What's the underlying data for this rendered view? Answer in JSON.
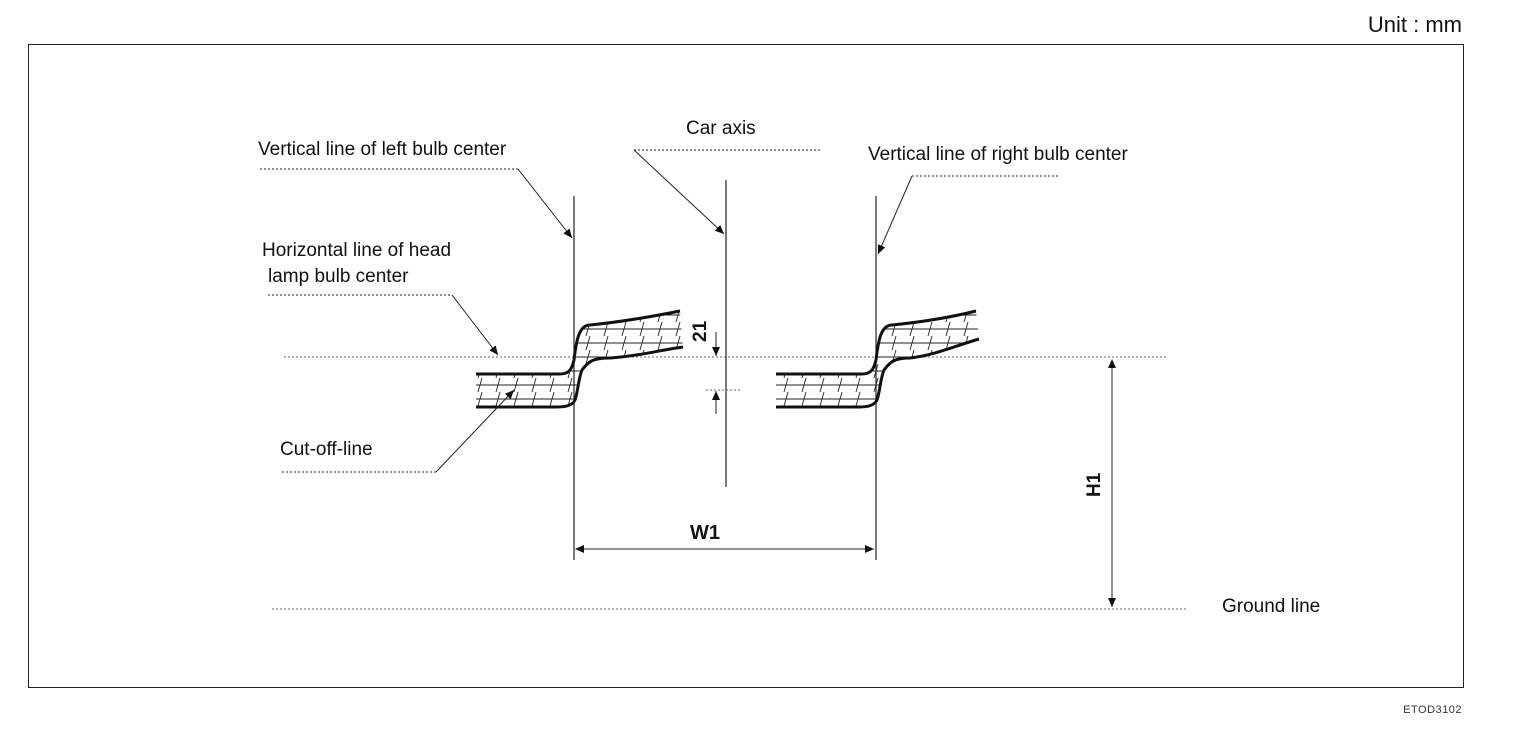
{
  "unit_label": "Unit : mm",
  "figure_id": "ETOD3102",
  "labels": {
    "car_axis": "Car axis",
    "left_bulb": "Vertical line of left bulb center",
    "right_bulb": "Vertical line of right bulb center",
    "horizontal_line_1": "Horizontal line of head",
    "horizontal_line_2": "lamp bulb center",
    "cut_off": "Cut-off-line",
    "ground": "Ground line"
  },
  "dimensions": {
    "offset": "21",
    "height": "H1",
    "width": "W1"
  }
}
